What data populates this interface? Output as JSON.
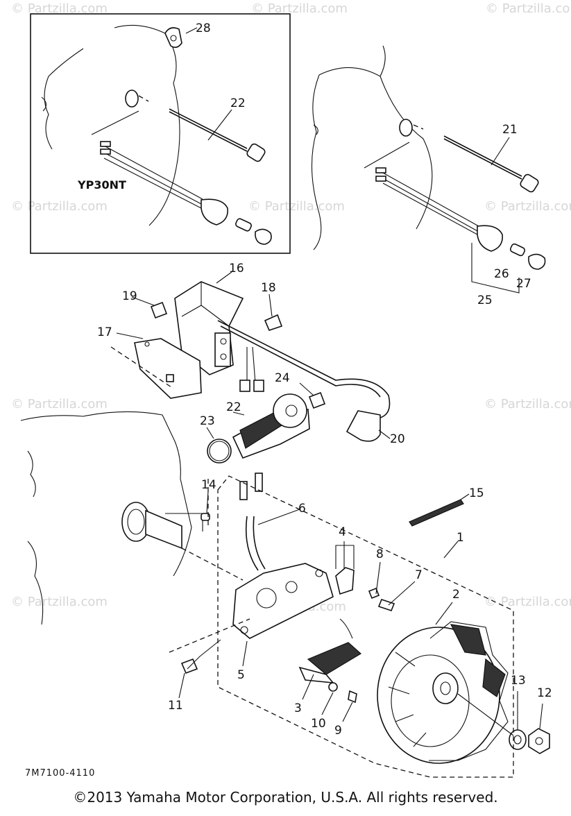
{
  "watermark": "© Partzilla.com",
  "inset_model": "YP30NT",
  "callouts": [
    "1",
    "2",
    "3",
    "4",
    "5",
    "6",
    "7",
    "8",
    "9",
    "10",
    "11",
    "12",
    "13",
    "14",
    "15",
    "16",
    "17",
    "18",
    "19",
    "20",
    "21",
    "22",
    "22",
    "23",
    "24",
    "25",
    "26",
    "27",
    "28"
  ],
  "drawing_code": "7M7100-4110",
  "copyright": "©2013 Yamaha Motor Corporation, U.S.A. All rights reserved."
}
